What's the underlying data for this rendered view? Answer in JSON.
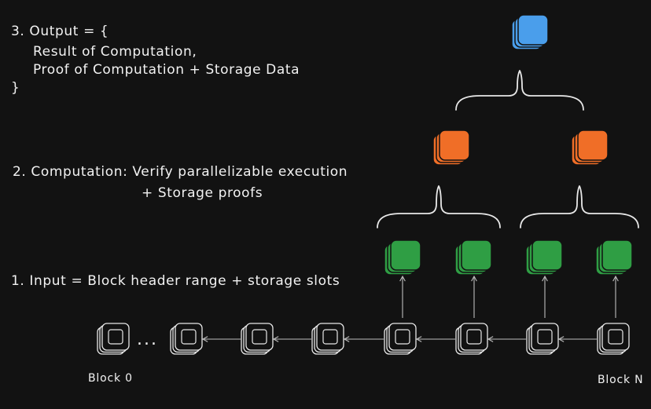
{
  "output": {
    "line1": "3. Output = {",
    "line2": "Result of Computation,",
    "line3": "Proof of Computation + Storage Data",
    "line4": "}"
  },
  "computation": {
    "line1": "2. Computation: Verify parallelizable execution",
    "line2": "+ Storage proofs"
  },
  "input": {
    "line1": "1. Input = Block header range + storage slots"
  },
  "blocks": {
    "first_label": "Block 0",
    "last_label": "Block N",
    "ellipsis": "..."
  },
  "colors": {
    "background": "#121212",
    "stroke": "#e8e8e8",
    "green": "#2f9e44",
    "orange": "#f06e27",
    "blue": "#4a9eeb"
  }
}
